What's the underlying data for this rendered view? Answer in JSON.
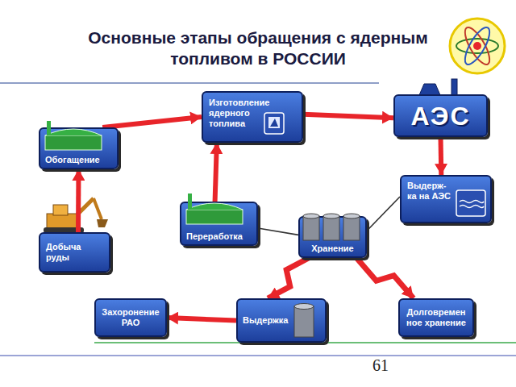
{
  "diagram": {
    "title": "Основные этапы обращения с ядерным топливом в РОССИИ",
    "nodes": [
      {
        "text": [
          "Изготовление ядерного топлива"
        ]
      },
      {
        "text": [
          "АЭС"
        ]
      },
      {
        "text": [
          "Обогащение"
        ]
      },
      {
        "text": [
          "Выдерж- ка на АЭС"
        ]
      },
      {
        "text": [
          "Переработка"
        ]
      },
      {
        "text": [
          "Хранение"
        ]
      },
      {
        "text": [
          "Добыча руды"
        ]
      },
      {
        "text": [
          "Захоронение РАО"
        ]
      },
      {
        "text": [
          "Выдержка"
        ]
      },
      {
        "text": [
          "Долговремен ное хранение"
        ]
      }
    ],
    "edges": [
      {
        "from": 2,
        "to": 0,
        "arrow": "to"
      },
      {
        "from": 0,
        "to": 1,
        "arrow": "to"
      },
      {
        "from": 1,
        "to": 3,
        "arrow": "to"
      },
      {
        "from": 6,
        "to": 2,
        "arrow": "to"
      },
      {
        "from": 4,
        "to": 0,
        "arrow": "to"
      },
      {
        "from": 3,
        "to": 5,
        "arrow": "none"
      },
      {
        "from": 5,
        "to": 4,
        "arrow": "none"
      },
      {
        "from": 5,
        "to": 8,
        "arrow": "to"
      },
      {
        "from": 5,
        "to": 9,
        "arrow": "to"
      },
      {
        "from": 8,
        "to": 7,
        "arrow": "to"
      }
    ],
    "labels": [
      "61"
    ]
  }
}
